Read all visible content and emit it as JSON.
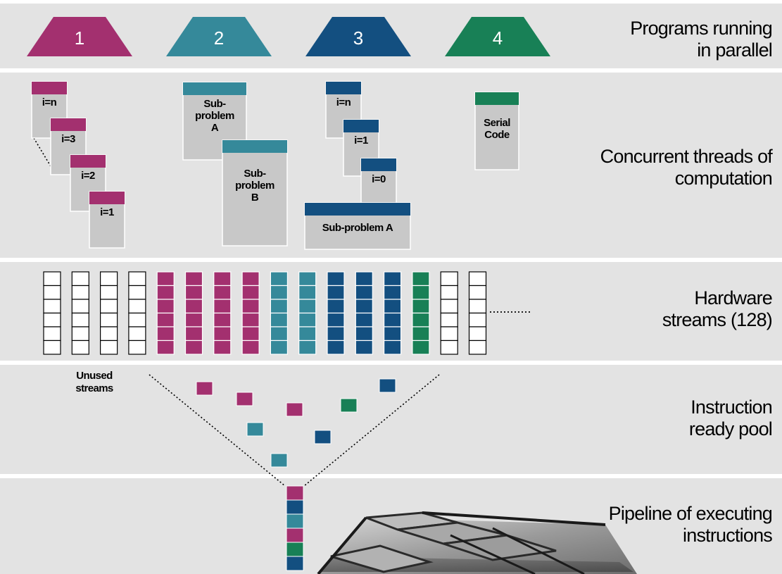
{
  "colors": {
    "magenta": "#a3306f",
    "teal": "#35899a",
    "navy": "#134f80",
    "green": "#188056",
    "card_body": "#c8c8c8",
    "band_bg": "#e3e3e3"
  },
  "bands": [
    {
      "lines": [
        "Programs  running",
        "in parallel"
      ]
    },
    {
      "lines": [
        "Concurrent threads of",
        "computation"
      ]
    },
    {
      "lines": [
        "Hardware",
        "streams (128)"
      ]
    },
    {
      "lines": [
        "Instruction",
        "ready pool"
      ]
    },
    {
      "lines": [
        "Pipeline of executing",
        "instructions"
      ]
    }
  ],
  "programs": [
    {
      "label": "1",
      "color": "magenta"
    },
    {
      "label": "2",
      "color": "teal"
    },
    {
      "label": "3",
      "color": "navy"
    },
    {
      "label": "4",
      "color": "green"
    }
  ],
  "threads": {
    "program1": [
      "i=n",
      "i=3",
      "i=2",
      "i=1"
    ],
    "program2": [
      [
        "Sub-",
        "problem",
        "A"
      ],
      [
        "Sub-",
        "problem",
        "B"
      ]
    ],
    "program3": [
      "i=n",
      "i=1",
      "i=0"
    ],
    "program3_bottom": "Sub-problem A",
    "program4": [
      "Serial",
      "Code"
    ]
  },
  "streams": {
    "column_colors": [
      "white",
      "white",
      "white",
      "white",
      "magenta",
      "magenta",
      "magenta",
      "magenta",
      "teal",
      "teal",
      "navy",
      "navy",
      "navy",
      "green",
      "white",
      "white"
    ],
    "cells_per_column": 6
  },
  "unused_label": [
    "Unused",
    "streams"
  ],
  "ready_pool_colors": [
    "magenta",
    "magenta",
    "teal",
    "magenta",
    "teal",
    "navy",
    "green",
    "navy"
  ],
  "pipeline_colors": [
    "magenta",
    "navy",
    "teal",
    "magenta",
    "green",
    "navy"
  ]
}
